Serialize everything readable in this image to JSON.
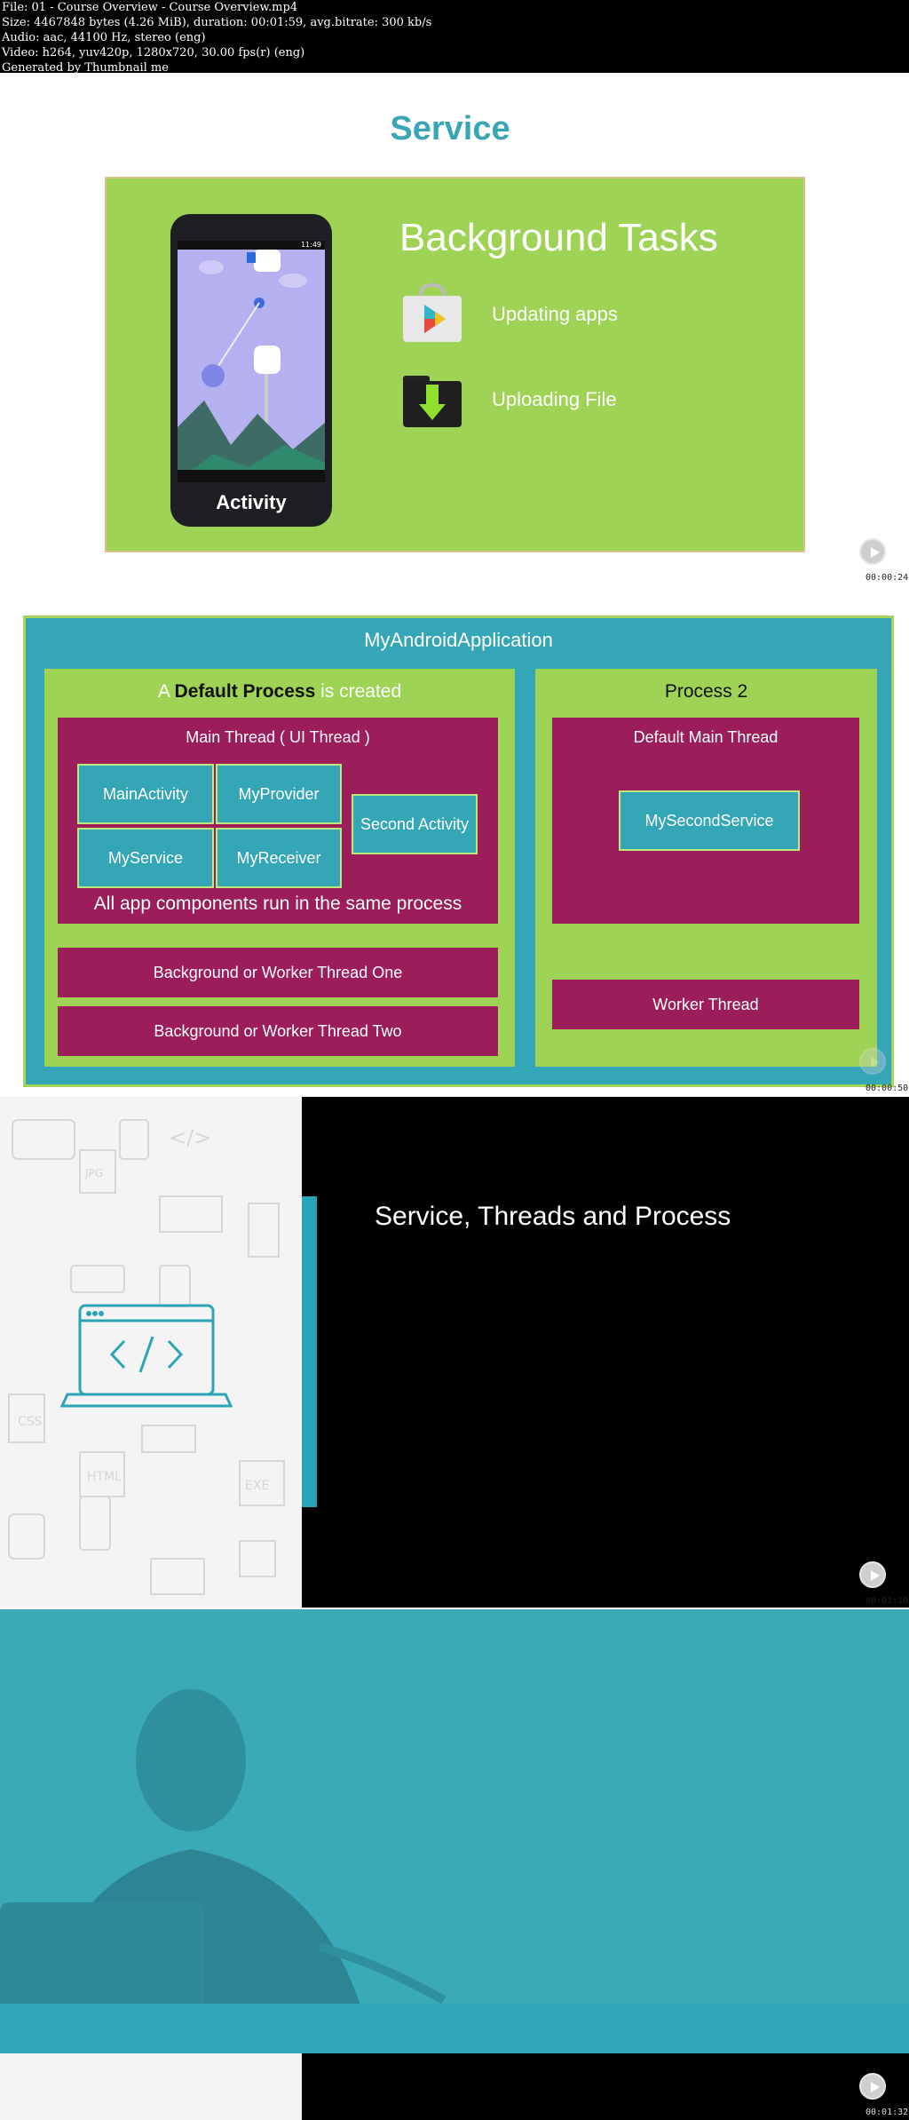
{
  "header": {
    "lines": [
      "File: 01 - Course Overview - Course Overview.mp4",
      "Size: 4467848 bytes (4.26 MiB), duration: 00:01:59, avg.bitrate: 300 kb/s",
      "Audio: aac, 44100 Hz, stereo (eng)",
      "Video: h264, yuv420p, 1280x720, 30.00 fps(r) (eng)",
      "Generated by Thumbnail me"
    ]
  },
  "frame1": {
    "title": "Service",
    "phone_label": "Activity",
    "phone_time": "11:49",
    "heading": "Background Tasks",
    "tasks": [
      {
        "label": "Updating apps",
        "icon": "play-store-bag-icon"
      },
      {
        "label": "Uploading File",
        "icon": "download-folder-icon"
      }
    ],
    "timestamp": "00:00:24"
  },
  "frame2": {
    "app_title": "MyAndroidApplication",
    "process1_prefix": "A ",
    "process1_bold": "Default Process",
    "process1_suffix": " is created",
    "main_thread": "Main Thread ( UI Thread )",
    "components": [
      "MainActivity",
      "MyProvider",
      "Second Activity",
      "MyService",
      "MyReceiver"
    ],
    "same_process_note": "All app components run in the same process",
    "worker_one": "Background or Worker Thread One",
    "worker_two": "Background or Worker Thread Two",
    "process2_title": "Process 2",
    "default_main_thread": "Default Main Thread",
    "second_service": "MySecondService",
    "worker_thread": "Worker Thread",
    "timestamp": "00:00:50"
  },
  "frame3": {
    "title": "Service, Threads and Process",
    "timestamp": "00:01:10"
  },
  "frame4": {
    "timestamp": "00:01:32"
  },
  "colors": {
    "teal": "#35a6b7",
    "green": "#9ed356",
    "magenta": "#9b1d5a"
  }
}
